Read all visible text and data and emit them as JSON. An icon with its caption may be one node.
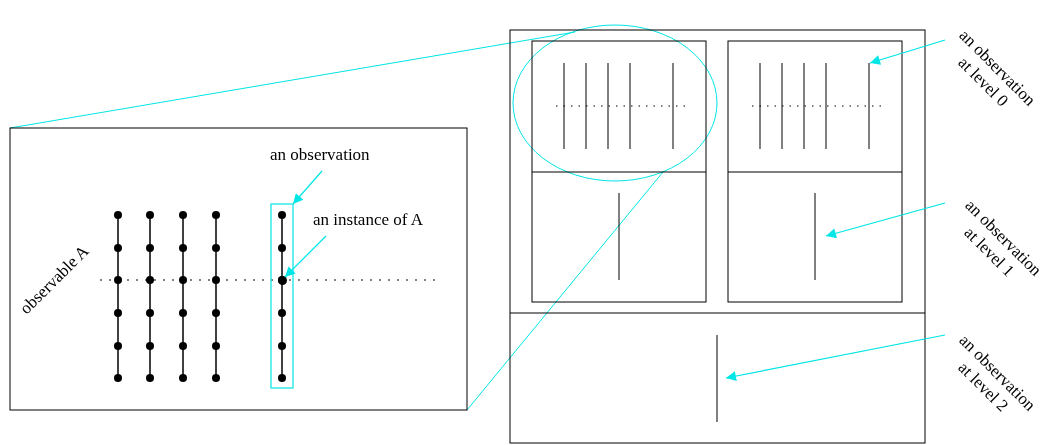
{
  "diagram": {
    "nodes": [
      {
        "text": [
          "an observation"
        ]
      },
      {
        "text": [],
        "shape": "box"
      },
      {
        "text": [
          "an instance of A"
        ]
      },
      {
        "text": [],
        "shape": "circle",
        "in": 1
      },
      {
        "text": [
          "an observation at level 0"
        ]
      },
      {
        "text": [],
        "shape": "bar"
      },
      {
        "text": [
          "an observation at level 1"
        ]
      },
      {
        "text": [],
        "shape": "bar"
      },
      {
        "text": [
          "an observation at level 2"
        ]
      },
      {
        "text": [],
        "shape": "bar"
      }
    ],
    "edges": [
      {
        "from": 0,
        "to": 1,
        "arrow": "to"
      },
      {
        "from": 2,
        "to": 3,
        "arrow": "to"
      },
      {
        "from": 4,
        "to": 5,
        "arrow": "to"
      },
      {
        "from": 6,
        "to": 7,
        "arrow": "to"
      },
      {
        "from": 8,
        "to": 9,
        "arrow": "to"
      }
    ],
    "labels": [
      "observable A"
    ]
  }
}
